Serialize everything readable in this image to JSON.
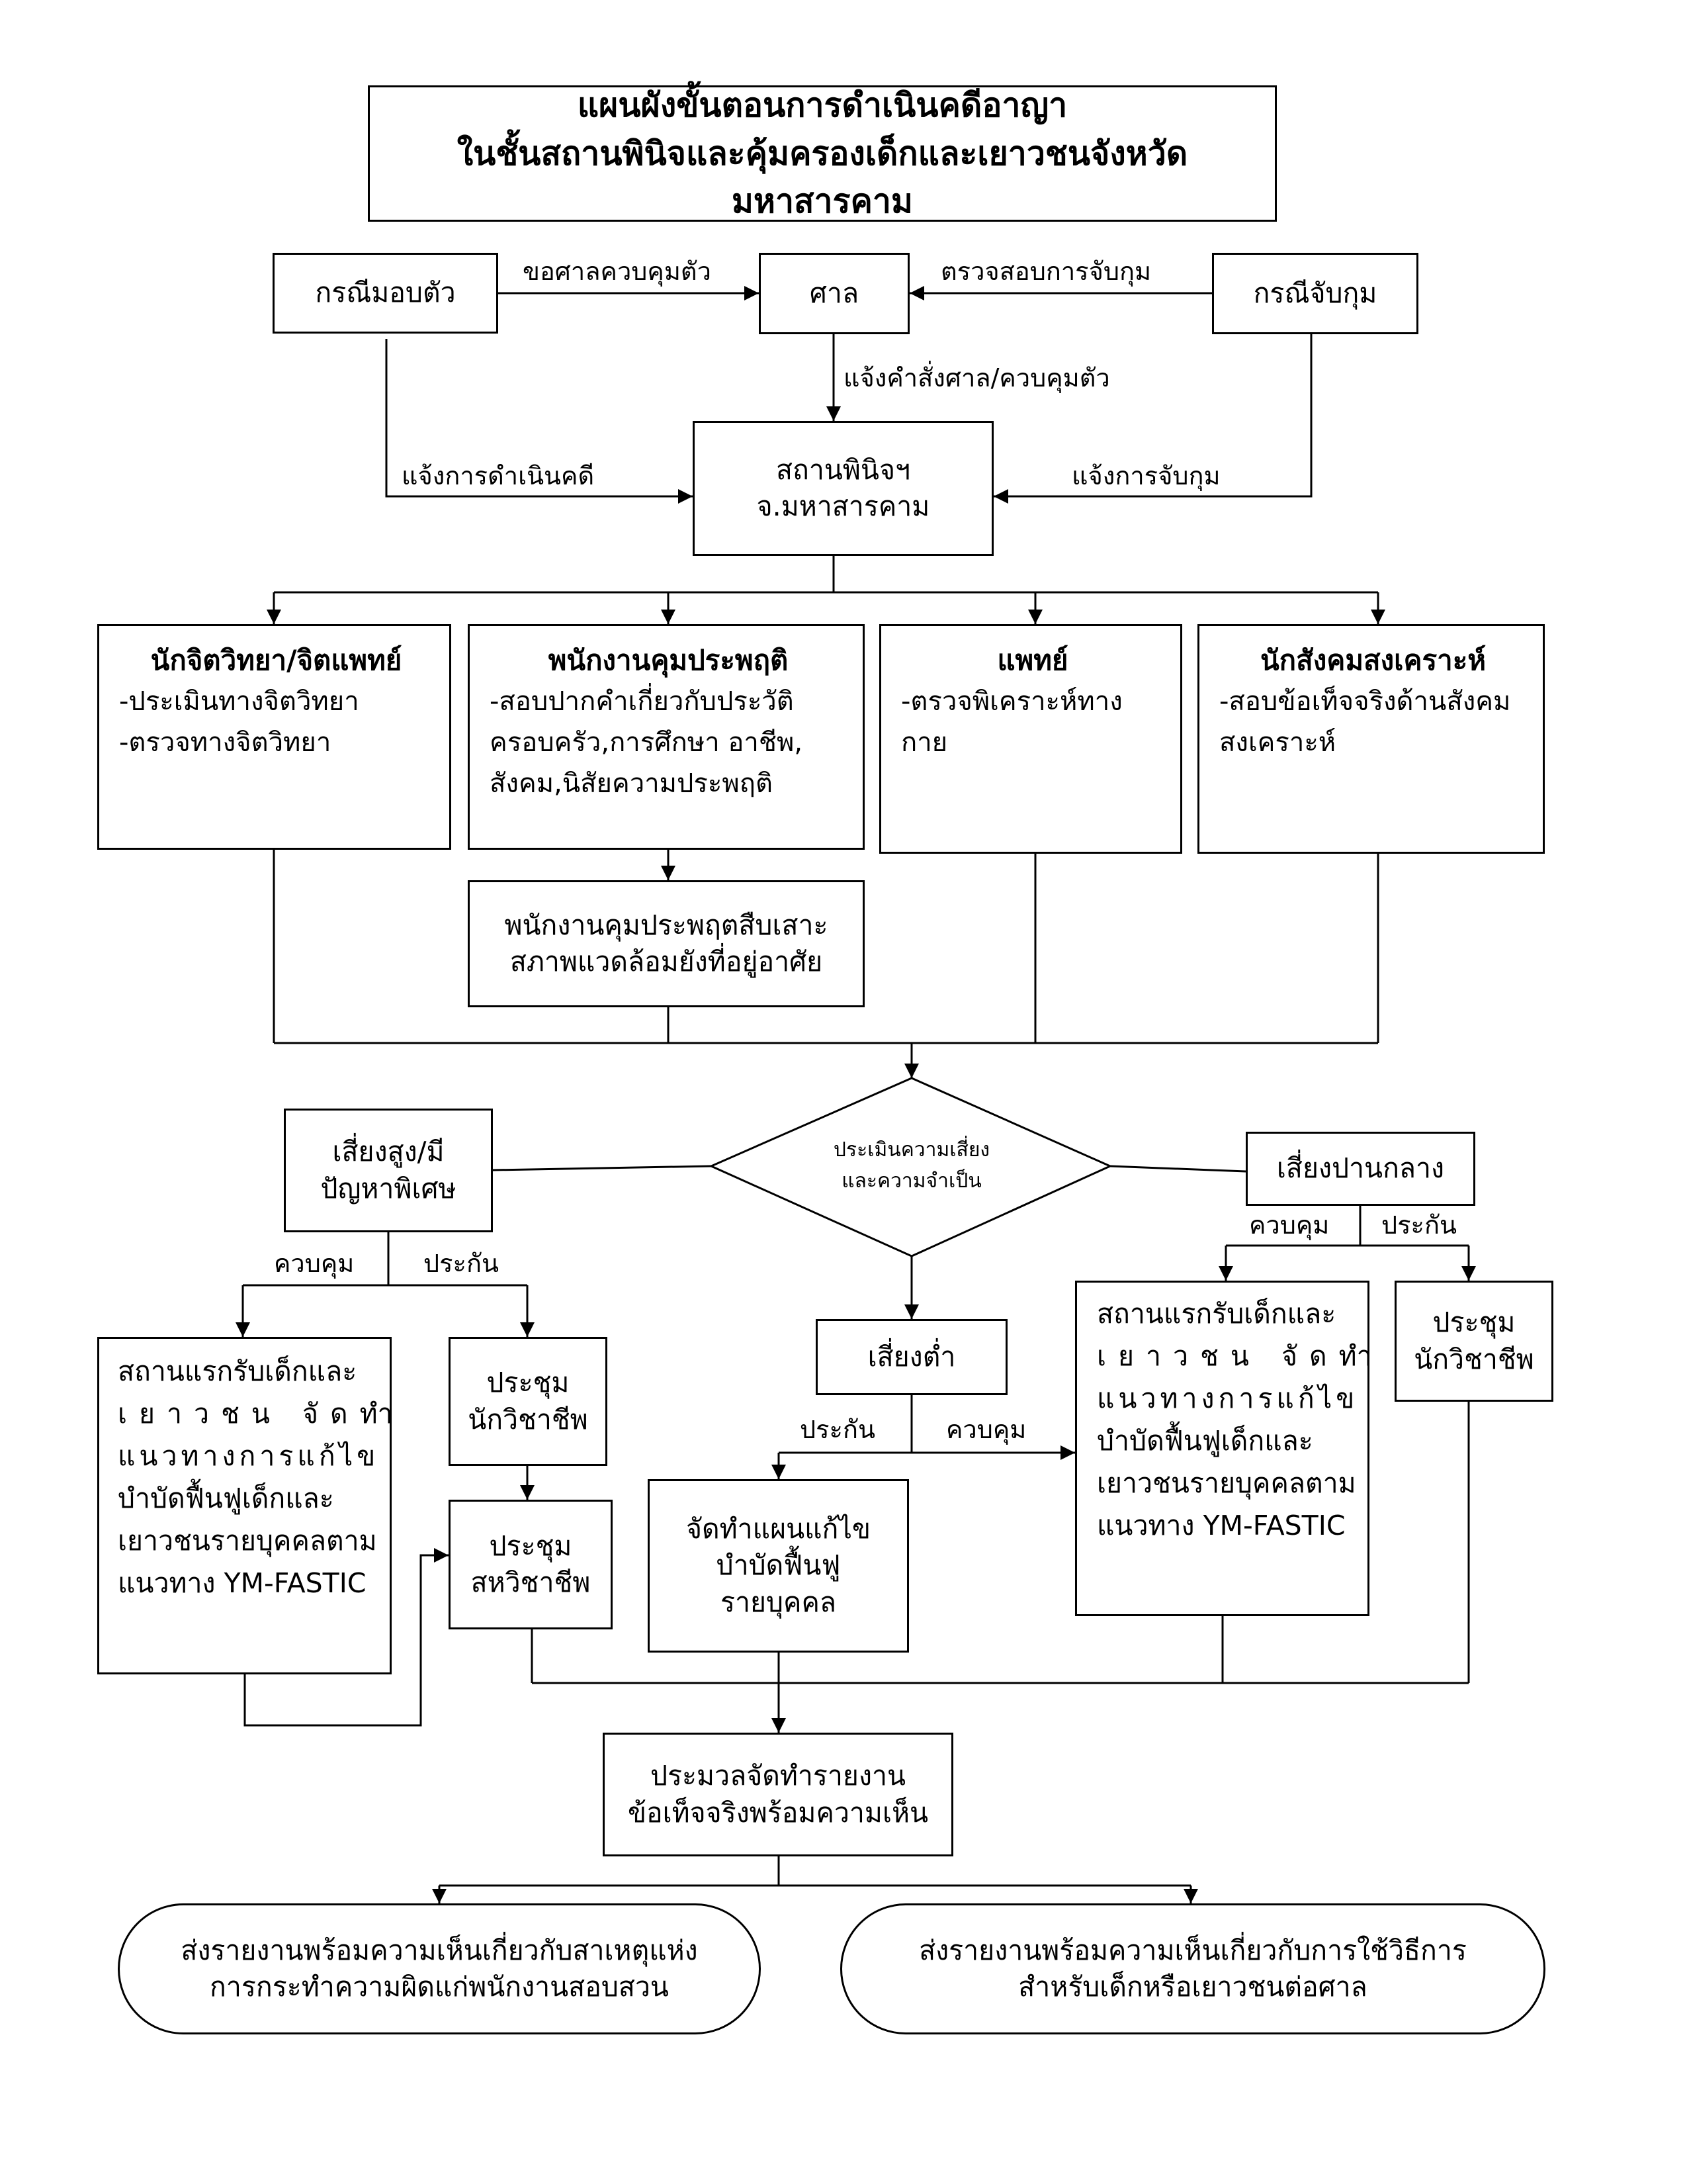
{
  "title": {
    "line1": "แผนผังขั้นตอนการดำเนินคดีอาญา",
    "line2": "ในชั้นสถานพินิจและคุ้มครองเด็กและเยาวชนจังหวัดมหาสารคาม"
  },
  "nodes": {
    "surrender": "กรณีมอบตัว",
    "court": "ศาล",
    "arrest": "กรณีจับกุม",
    "center_line1": "สถานพินิจฯ",
    "center_line2": "จ.มหาสารคาม",
    "psych": {
      "title": "นักจิตวิทยา/จิตแพทย์",
      "items": [
        "-ประเมินทางจิตวิทยา",
        "-ตรวจทางจิตวิทยา"
      ]
    },
    "probation": {
      "title": "พนักงานคุมประพฤติ",
      "items": [
        "-สอบปากคำเกี่ยวกับประวัติ",
        "ครอบครัว,การศึกษา อาชีพ,",
        "สังคม,นิสัยความประพฤติ"
      ]
    },
    "doctor": {
      "title": "แพทย์",
      "items": [
        "-ตรวจพิเคราะห์ทาง",
        "กาย"
      ]
    },
    "social": {
      "title": "นักสังคมสงเคราะห์",
      "items": [
        "-สอบข้อเท็จจริงด้านสังคม",
        "สงเคราะห์"
      ]
    },
    "probation_investigate": [
      "พนักงานคุมประพฤตสืบเสาะ",
      "สภาพแวดล้อมยังที่อยู่อาศัย"
    ],
    "risk_assess": [
      "ประเมินความเสี่ยง",
      "และความจำเป็น"
    ],
    "high_risk": [
      "เสี่ยงสูง/มี",
      "ปัญหาพิเศษ"
    ],
    "medium_risk": "เสี่ยงปานกลาง",
    "low_risk": "เสี่ยงต่ำ",
    "left_plan": [
      "สถานแรกรับเด็กและ",
      "เยาวชน จัดทำ",
      "แนวทางการแก้ไข",
      "บำบัดฟื้นฟูเด็กและ",
      "เยาวชนรายบุคคลตาม",
      "แนวทาง YM-FASTIC"
    ],
    "right_plan": [
      "สถานแรกรับเด็กและ",
      "เยาวชน จัดทำ",
      "แนวทางการแก้ไข",
      "บำบัดฟื้นฟูเด็กและ",
      "เยาวชนรายบุคคลตาม",
      "แนวทาง YM-FASTIC"
    ],
    "prof_meeting_left": [
      "ประชุม",
      "นักวิชาชีพ"
    ],
    "multi_meeting": [
      "ประชุม",
      "สหวิชาชีพ"
    ],
    "prof_meeting_right": [
      "ประชุม",
      "นักวิชาชีพ"
    ],
    "low_plan": [
      "จัดทำแผนแก้ไข",
      "บำบัดฟื้นฟู",
      "รายบุคคล"
    ],
    "compile": [
      "ประมวลจัดทำรายงาน",
      "ข้อเท็จจริงพร้อมความเห็น"
    ],
    "out_left": [
      "ส่งรายงานพร้อมความเห็นเกี่ยวกับสาเหตุแห่ง",
      "การกระทำความผิดแก่พนักงานสอบสวน"
    ],
    "out_right": [
      "ส่งรายงานพร้อมความเห็นเกี่ยวกับการใช้วิธีการ",
      "สำหรับเด็กหรือเยาวชนต่อศาล"
    ]
  },
  "edge_labels": {
    "request_custody": "ขอศาลควบคุมตัว",
    "check_arrest": "ตรวจสอบการจับกุม",
    "court_order": "แจ้งคำสั่งศาล/ควบคุมตัว",
    "notify_proceed": "แจ้งการดำเนินคดี",
    "notify_arrest": "แจ้งการจับกุม",
    "high_control": "ควบคุม",
    "high_bail": "ประกัน",
    "mid_control": "ควบคุม",
    "mid_bail": "ประกัน",
    "low_bail": "ประกัน",
    "low_control": "ควบคุม"
  }
}
